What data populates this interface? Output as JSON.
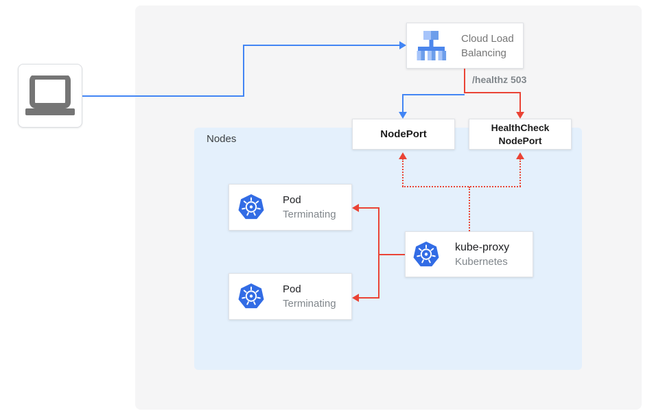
{
  "colors": {
    "blue": "#4285f4",
    "red": "#ea4335",
    "panel_bg": "#f5f5f6",
    "nodes_bg": "#e4f0fc",
    "k8s_blue": "#326ce5"
  },
  "diagram": {
    "nodes_region": {
      "label": "Nodes"
    },
    "cloud_load_balancing": {
      "line1": "Cloud Load",
      "line2": "Balancing"
    },
    "health_check_label": "/healthz 503",
    "node_port": {
      "label": "NodePort"
    },
    "health_check_node_port": {
      "line1": "HealthCheck",
      "line2": "NodePort"
    },
    "pod_top": {
      "title": "Pod",
      "status": "Terminating"
    },
    "pod_bottom": {
      "title": "Pod",
      "status": "Terminating"
    },
    "kube_proxy": {
      "title": "kube-proxy",
      "subtitle": "Kubernetes"
    }
  }
}
